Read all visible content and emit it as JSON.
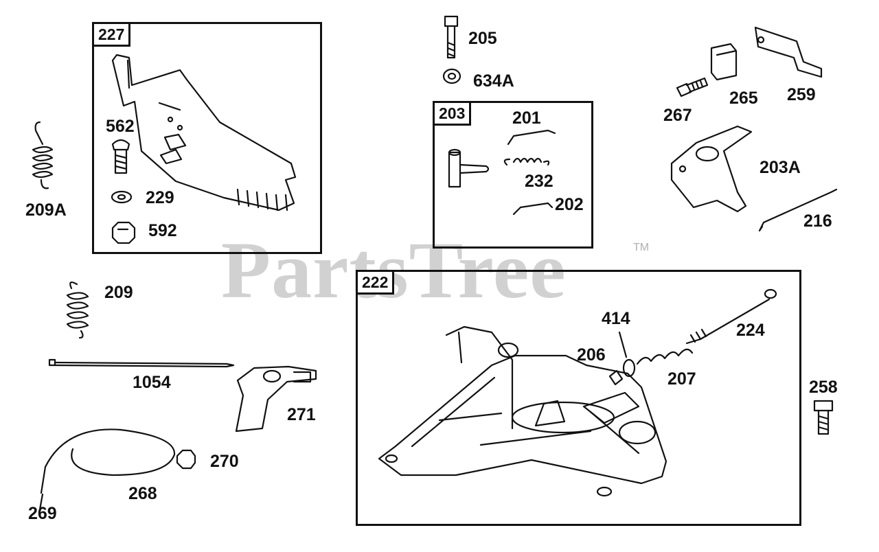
{
  "watermark": {
    "text": "PartsTree",
    "trademark": "TM"
  },
  "boxes": {
    "b227": "227",
    "b203": "203",
    "b222": "222"
  },
  "labels": {
    "l205": "205",
    "l634a": "634A",
    "l201": "201",
    "l232": "232",
    "l202": "202",
    "l267": "267",
    "l265": "265",
    "l259": "259",
    "l203a": "203A",
    "l216": "216",
    "l562": "562",
    "l229": "229",
    "l592": "592",
    "l209a": "209A",
    "l209": "209",
    "l1054": "1054",
    "l271": "271",
    "l270": "270",
    "l268": "268",
    "l269": "269",
    "l414": "414",
    "l224": "224",
    "l206": "206",
    "l207": "207",
    "l258": "258"
  }
}
